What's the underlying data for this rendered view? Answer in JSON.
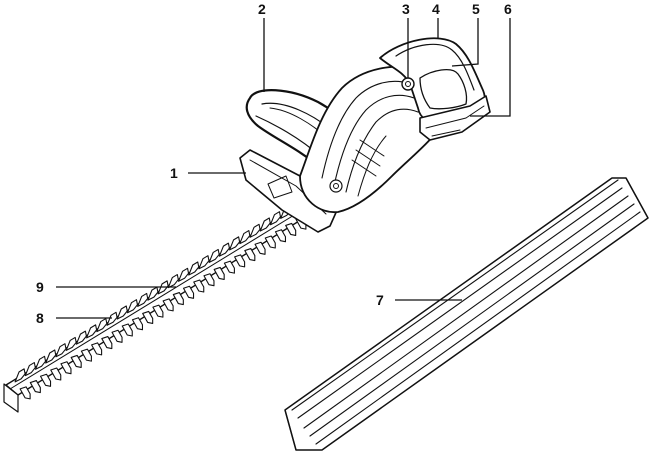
{
  "callouts": [
    {
      "id": "1",
      "label": "1"
    },
    {
      "id": "2",
      "label": "2"
    },
    {
      "id": "3",
      "label": "3"
    },
    {
      "id": "4",
      "label": "4"
    },
    {
      "id": "5",
      "label": "5"
    },
    {
      "id": "6",
      "label": "6"
    },
    {
      "id": "7",
      "label": "7"
    },
    {
      "id": "8",
      "label": "8"
    },
    {
      "id": "9",
      "label": "9"
    }
  ],
  "colors": {
    "ink": "#111111",
    "paper": "#ffffff"
  }
}
